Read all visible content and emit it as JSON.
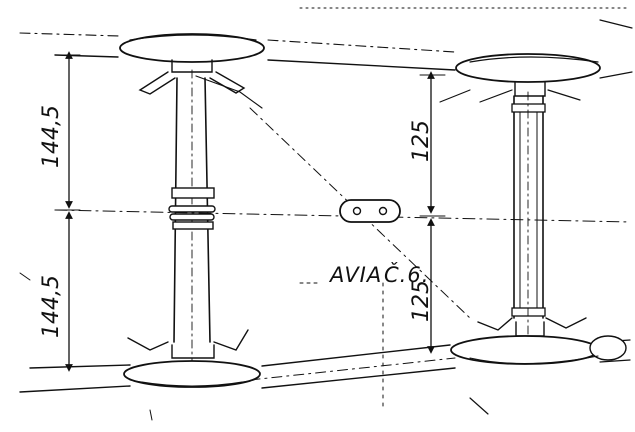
{
  "drawing": {
    "left_strut": {
      "upper_dimension": "144,5",
      "lower_dimension": "144,5"
    },
    "right_strut": {
      "upper_dimension": "125",
      "lower_dimension": "125"
    },
    "caption": {
      "text": "AVIA",
      "mark": "Č.6."
    }
  }
}
